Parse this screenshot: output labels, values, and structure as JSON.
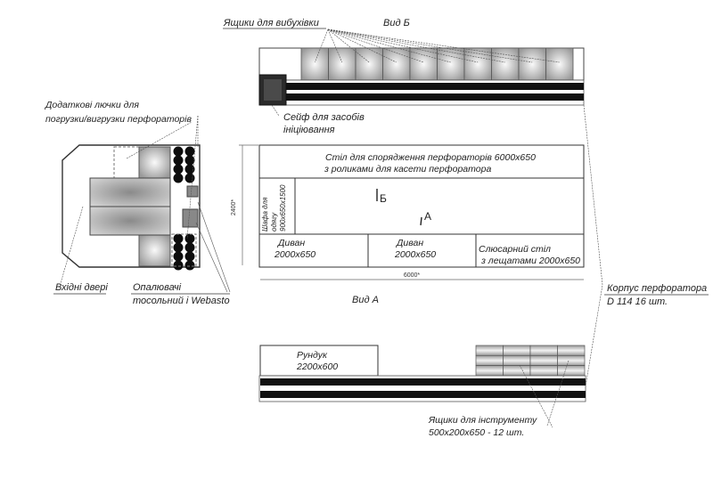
{
  "view_b": {
    "title": "Вид Б",
    "explosive_boxes_label": "Ящики для вибухівки",
    "explosive_boxes_count": 10,
    "safe_label_line1": "Сейф для засобів",
    "safe_label_line2": "ініціювання"
  },
  "plan": {
    "hatches_label_line1": "Додаткові лючки для",
    "hatches_label_line2": "погрузки/вигрузки перфораторів",
    "entry_door_label": "Вхідні двері",
    "heaters_label_line1": "Опалювачі",
    "heaters_label_line2": "тосольний і Webasto"
  },
  "layout": {
    "table_line1": "Стіл для спорядження перфораторів 6000х650",
    "table_line2": "з роликами для касети перфоратора",
    "wardrobe_line1": "Шафа для",
    "wardrobe_line2": "одягу",
    "wardrobe_line3": "900х650х1500",
    "marker_b": "Б",
    "marker_a": "А",
    "sofa1_line1": "Диван",
    "sofa1_line2": "2000х650",
    "sofa2_line1": "Диван",
    "sofa2_line2": "2000х650",
    "bench_line1": "Слюсарний стіл",
    "bench_line2": "з лещатами 2000х650",
    "dim_height": "2400*",
    "dim_width": "6000*"
  },
  "view_a": {
    "title": "Вид А",
    "chest_line1": "Рундук",
    "chest_line2": "2200х600",
    "tool_boxes_line1": "Ящики для інструменту",
    "tool_boxes_line2": "500х200х650 - 12 шт."
  },
  "perforator_body": {
    "line1": "Корпус перфоратора",
    "line2": "D 114 16 шт."
  }
}
